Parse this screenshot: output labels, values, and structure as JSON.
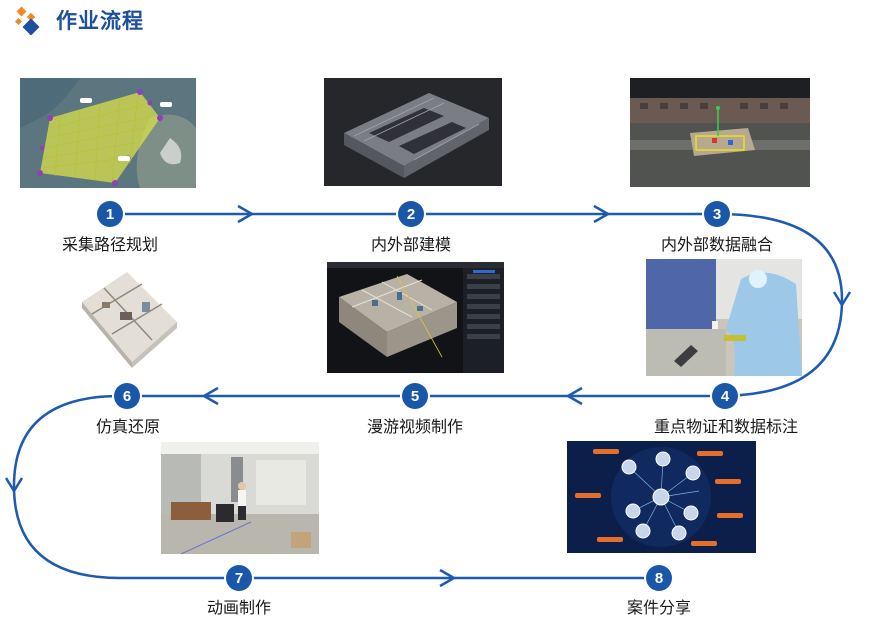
{
  "header": {
    "title": "作业流程",
    "logo_icon": "diamond-cluster-logo"
  },
  "colors": {
    "accent": "#1b57a8",
    "line": "#1d5ab0",
    "title": "#1d4f9c"
  },
  "steps": [
    {
      "num": "1",
      "label": "采集路径规划",
      "image": "drone-flight-path-map"
    },
    {
      "num": "2",
      "label": "内外部建模",
      "image": "3d-building-model"
    },
    {
      "num": "3",
      "label": "内外部数据融合",
      "image": "scene-data-fusion-view"
    },
    {
      "num": "4",
      "label": "重点物证和数据标注",
      "image": "evidence-marking-photo"
    },
    {
      "num": "5",
      "label": "漫游视频制作",
      "image": "interior-roaming-software"
    },
    {
      "num": "6",
      "label": "仿真还原",
      "image": "floorplan-3d-render"
    },
    {
      "num": "7",
      "label": "动画制作",
      "image": "office-animation-scene"
    },
    {
      "num": "8",
      "label": "案件分享",
      "image": "case-sharing-hub-graphic"
    }
  ]
}
